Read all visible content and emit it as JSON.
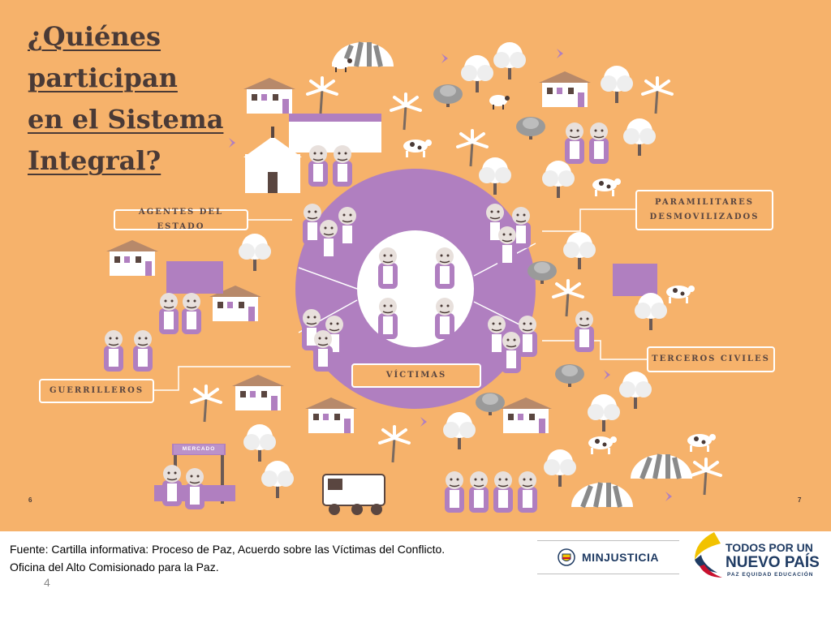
{
  "title": {
    "lines": [
      "¿Quiénes",
      "participan",
      "en el Sistema",
      "Integral?"
    ]
  },
  "labels": {
    "agentes": "AGENTES DEL ESTADO",
    "paramilitares_1": "PARAMILITARES",
    "paramilitares_2": "DESMOVILIZADOS",
    "terceros": "TERCEROS CIVILES",
    "guerrilleros": "GUERRILLEROS",
    "victimas": "VÍCTIMAS",
    "mercado": "MERCADO"
  },
  "page_numbers": {
    "left": "6",
    "right": "7"
  },
  "footer": {
    "line1": "Fuente: Cartilla informativa: Proceso de Paz, Acuerdo sobre las Víctimas del Conflicto.",
    "line2": "Oficina del Alto Comisionado para la Paz."
  },
  "slide_number": "4",
  "logos": {
    "minjusticia": "MINJUSTICIA",
    "gov_line1": "TODOS POR UN",
    "gov_line2": "NUEVO PAÍS",
    "gov_line3": "PAZ  EQUIDAD  EDUCACIÓN"
  },
  "colors": {
    "background": "#f6b26b",
    "purple": "#b07fc0",
    "dark_text": "#4a3a36",
    "white": "#ffffff",
    "gray": "#9a9a9a",
    "navy": "#1f3b63"
  }
}
